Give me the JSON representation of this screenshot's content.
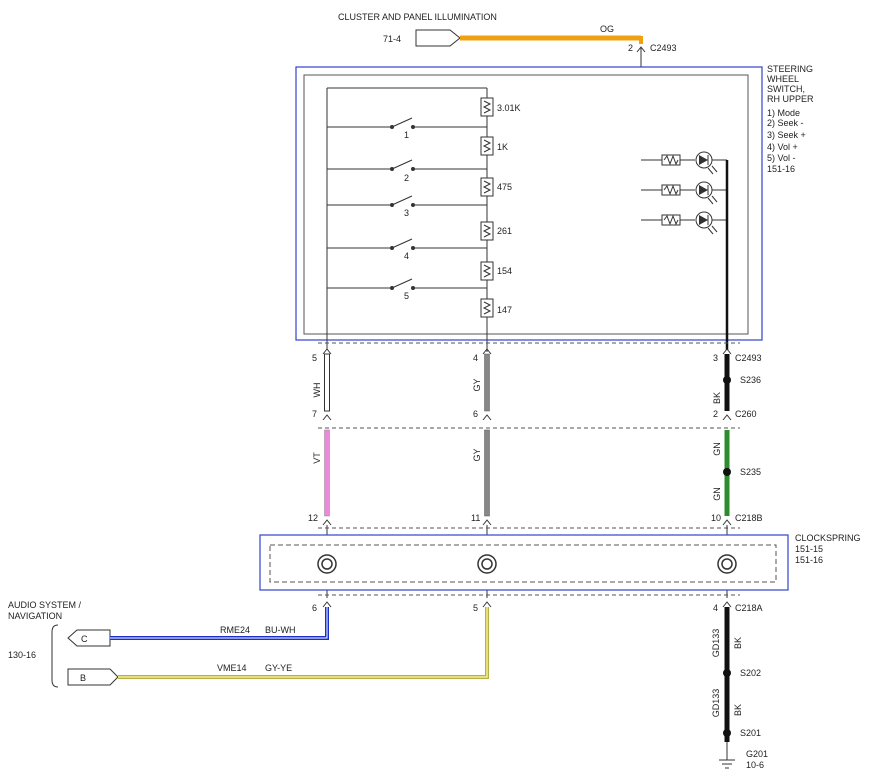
{
  "top": {
    "title": "CLUSTER AND PANEL ILLUMINATION",
    "ref": "71-4",
    "wire_color": "OG",
    "pin": "2",
    "connector": "C2493"
  },
  "switch_box": {
    "lines": [
      "STEERING",
      "WHEEL",
      "SWITCH,",
      "RH UPPER",
      "1) Mode",
      "2) Seek -",
      "3) Seek +",
      "4) Vol +",
      "5) Vol -",
      "151-16"
    ],
    "resistors": [
      "3.01K",
      "1K",
      "475",
      "261",
      "154",
      "147"
    ],
    "switches": [
      "1",
      "2",
      "3",
      "4",
      "5"
    ]
  },
  "circuits": {
    "left": {
      "pin_top": "5",
      "wire_upper": "WH",
      "pin_mid": "7",
      "wire_lower": "VT",
      "pin_cs": "12",
      "pin_bottom": "6"
    },
    "middle": {
      "pin_top": "4",
      "wire_upper": "GY",
      "pin_mid": "6",
      "wire_lower": "GY",
      "pin_cs": "11",
      "pin_bottom": "5"
    },
    "right": {
      "pin_top": "3",
      "conn_top": "C2493",
      "splice1": "S236",
      "wire_upper": "BK",
      "pin_mid": "2",
      "conn_mid": "C260",
      "wire_g1": "GN",
      "splice2": "S235",
      "wire_g2": "GN",
      "pin_cs": "10",
      "conn_cs": "C218B",
      "pin_bottom": "4",
      "conn_bottom": "C218A",
      "circuit1": "GD133",
      "wire_b1": "BK",
      "splice3": "S202",
      "circuit2": "GD133",
      "wire_b2": "BK",
      "splice4": "S201",
      "ground": "G201",
      "ground_ref": "10-6"
    }
  },
  "clockspring": {
    "title": "CLOCKSPRING",
    "refs": [
      "151-15",
      "151-16"
    ]
  },
  "audio": {
    "title_1": "AUDIO SYSTEM /",
    "title_2": "NAVIGATION",
    "ref": "130-16",
    "c": {
      "letter": "C",
      "circuit": "RME24",
      "color": "BU-WH"
    },
    "b": {
      "letter": "B",
      "circuit": "VME14",
      "color": "GY-YE"
    }
  },
  "colors": {
    "orange": "#f0a010",
    "violet": "#ee88dd",
    "gray": "#888888",
    "green": "#2e8b2e",
    "blue": "#1a2fc8",
    "yellow": "#d8d060",
    "frame": "#3344cc"
  }
}
